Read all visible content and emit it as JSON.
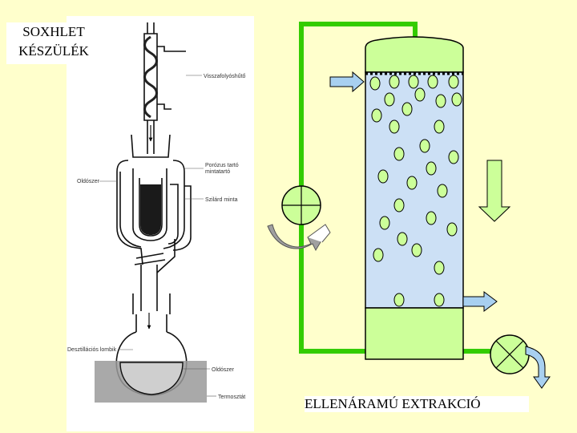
{
  "title": {
    "line1": "SOXHLET",
    "line2": "KÉSZÜLÉK"
  },
  "soxhlet_labels": {
    "reflux": "Visszafolyóshűtő",
    "solvent_left": "Oldószer",
    "porous": "Porózus tartó",
    "porous2": "mintatartó",
    "solid": "Szilárd minta",
    "flask": "Desztillációs lombik",
    "solvent_flask": "Oldószer",
    "thermostat": "Termosztát"
  },
  "caption": "ELLENÁRAMÚ EXTRAKCIÓ",
  "colors": {
    "background": "#ffffcc",
    "pipe": "#33cc00",
    "column_fill": "#cce0f5",
    "bottom_fill": "#ccff99",
    "particle": "#ccff99",
    "arrow_blue": "#a8d0f0",
    "arrow_green": "#ccff99",
    "pump": "#ccff99",
    "recirc_arrow": "#a0a0a0"
  }
}
